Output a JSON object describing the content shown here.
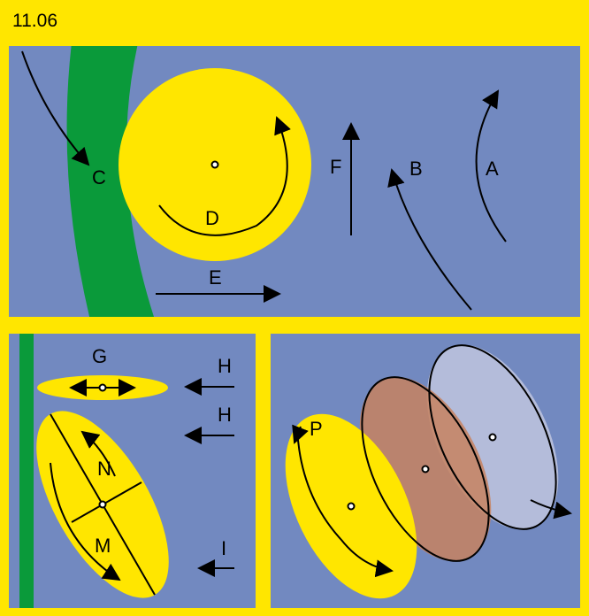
{
  "header": {
    "title": "11.06"
  },
  "colors": {
    "background": "#ffe600",
    "panel": "#7289c0",
    "shore": "#0a9a3a",
    "yellow": "#ffe600",
    "brown": "#c7835f",
    "pale": "#b7bfdb",
    "stroke": "#000000"
  },
  "labels": {
    "A": "A",
    "B": "B",
    "C": "C",
    "D": "D",
    "E": "E",
    "F": "F",
    "G": "G",
    "H1": "H",
    "H2": "H",
    "I": "I",
    "M": "M",
    "N": "N",
    "P": "P"
  }
}
